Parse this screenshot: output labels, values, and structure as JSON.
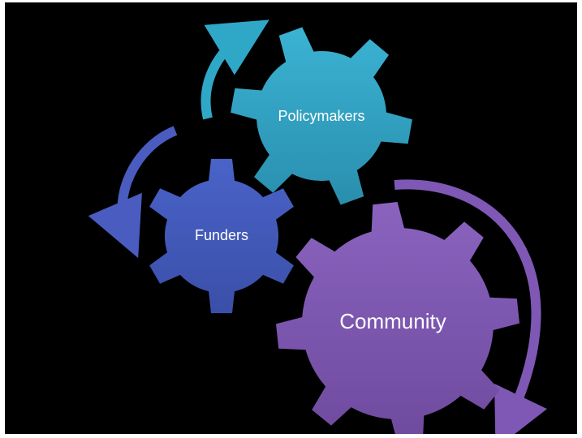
{
  "diagram": {
    "gears": [
      {
        "id": "policymakers",
        "label": "Policymakers",
        "color_top": "#3BB3D3",
        "color_bottom": "#2A8EAE"
      },
      {
        "id": "funders",
        "label": "Funders",
        "color_top": "#4A63C8",
        "color_bottom": "#3A4FA8"
      },
      {
        "id": "community",
        "label": "Community",
        "color_top": "#8A63BE",
        "color_bottom": "#6E4A9E"
      }
    ],
    "arrows": [
      {
        "id": "arrow-policymakers",
        "color": "#2FA8C8"
      },
      {
        "id": "arrow-funders",
        "color": "#4A5CC0"
      },
      {
        "id": "arrow-community",
        "color": "#7F58B5"
      }
    ]
  }
}
